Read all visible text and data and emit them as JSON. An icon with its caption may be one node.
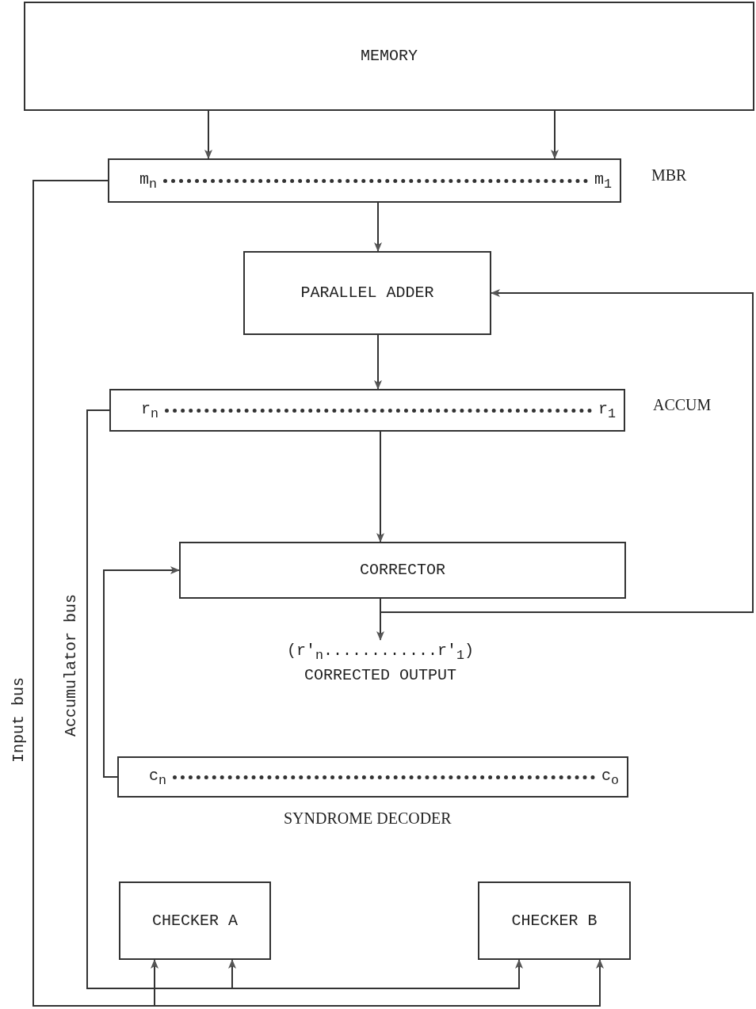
{
  "diagram": {
    "nodes": [
      {
        "text": [
          "MEMORY"
        ]
      },
      {
        "text": [
          "m$_{n}$",
          "m$_{1}$"
        ],
        "beside": [
          "MBR"
        ]
      },
      {
        "text": [
          "PARALLEL ADDER"
        ]
      },
      {
        "text": [
          "r$_{n}$",
          "r$_{1}$"
        ],
        "beside": [
          "ACCUM"
        ]
      },
      {
        "text": [
          "CORRECTOR"
        ]
      },
      {
        "text": [
          "(r'$_{n}$............r'$_{1}$)",
          "CORRECTED OUTPUT"
        ]
      },
      {
        "text": [
          "c$_{n}$",
          "c$_{o}$"
        ],
        "beside": [
          "SYNDROME DECODER"
        ]
      },
      {
        "text": [
          "CHECKER A"
        ]
      },
      {
        "text": [
          "CHECKER B"
        ]
      }
    ],
    "edges": [
      {
        "from": 0,
        "to": 1,
        "arrow": "to"
      },
      {
        "from": 0,
        "to": 1,
        "arrow": "to"
      },
      {
        "from": 1,
        "to": 2,
        "arrow": "to"
      },
      {
        "from": 2,
        "to": 3,
        "arrow": "to"
      },
      {
        "from": 3,
        "to": 4,
        "arrow": "to"
      },
      {
        "from": 4,
        "to": 5,
        "arrow": "to"
      },
      {
        "from": 4,
        "to": 2,
        "arrow": "to"
      },
      {
        "from": 6,
        "to": 4,
        "arrow": "to"
      },
      {
        "from": 3,
        "to": 7,
        "arrow": "to"
      },
      {
        "from": 3,
        "to": 8,
        "arrow": "to"
      },
      {
        "from": 1,
        "to": 7,
        "arrow": "to"
      },
      {
        "from": 1,
        "to": 8,
        "arrow": "to"
      }
    ],
    "labels": [
      "Input bus",
      "Accumulator bus"
    ]
  }
}
